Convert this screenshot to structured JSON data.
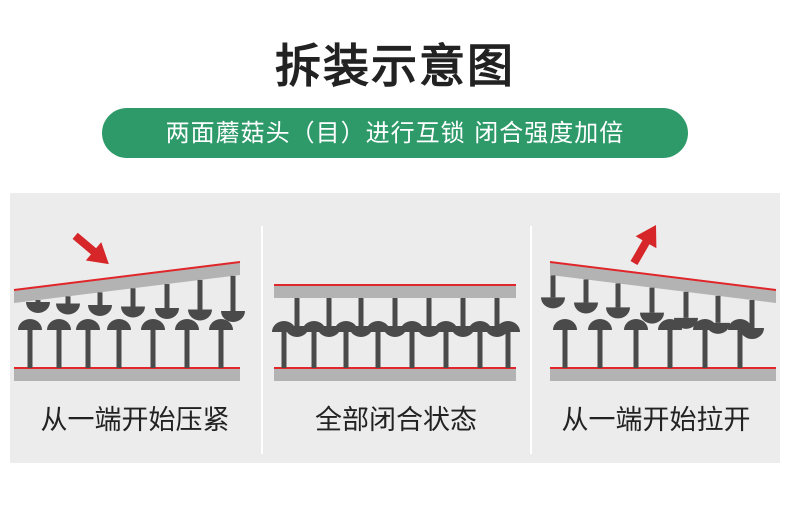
{
  "title": "拆装示意图",
  "subtitle": "两面蘑菇头（目）进行互锁 闭合强度加倍",
  "colors": {
    "accent_green": "#2e9a6a",
    "arrow_red": "#d6262a",
    "edge_red": "#e0262a",
    "strip_gray": "#b3b3b3",
    "stem_dark": "#4a4a4a",
    "panel_bg": "#ececec"
  },
  "panels": [
    {
      "caption": "从一端开始压紧",
      "arrow": "press-down-arrow"
    },
    {
      "caption": "全部闭合状态",
      "arrow": ""
    },
    {
      "caption": "从一端开始拉开",
      "arrow": "pull-up-arrow"
    }
  ]
}
